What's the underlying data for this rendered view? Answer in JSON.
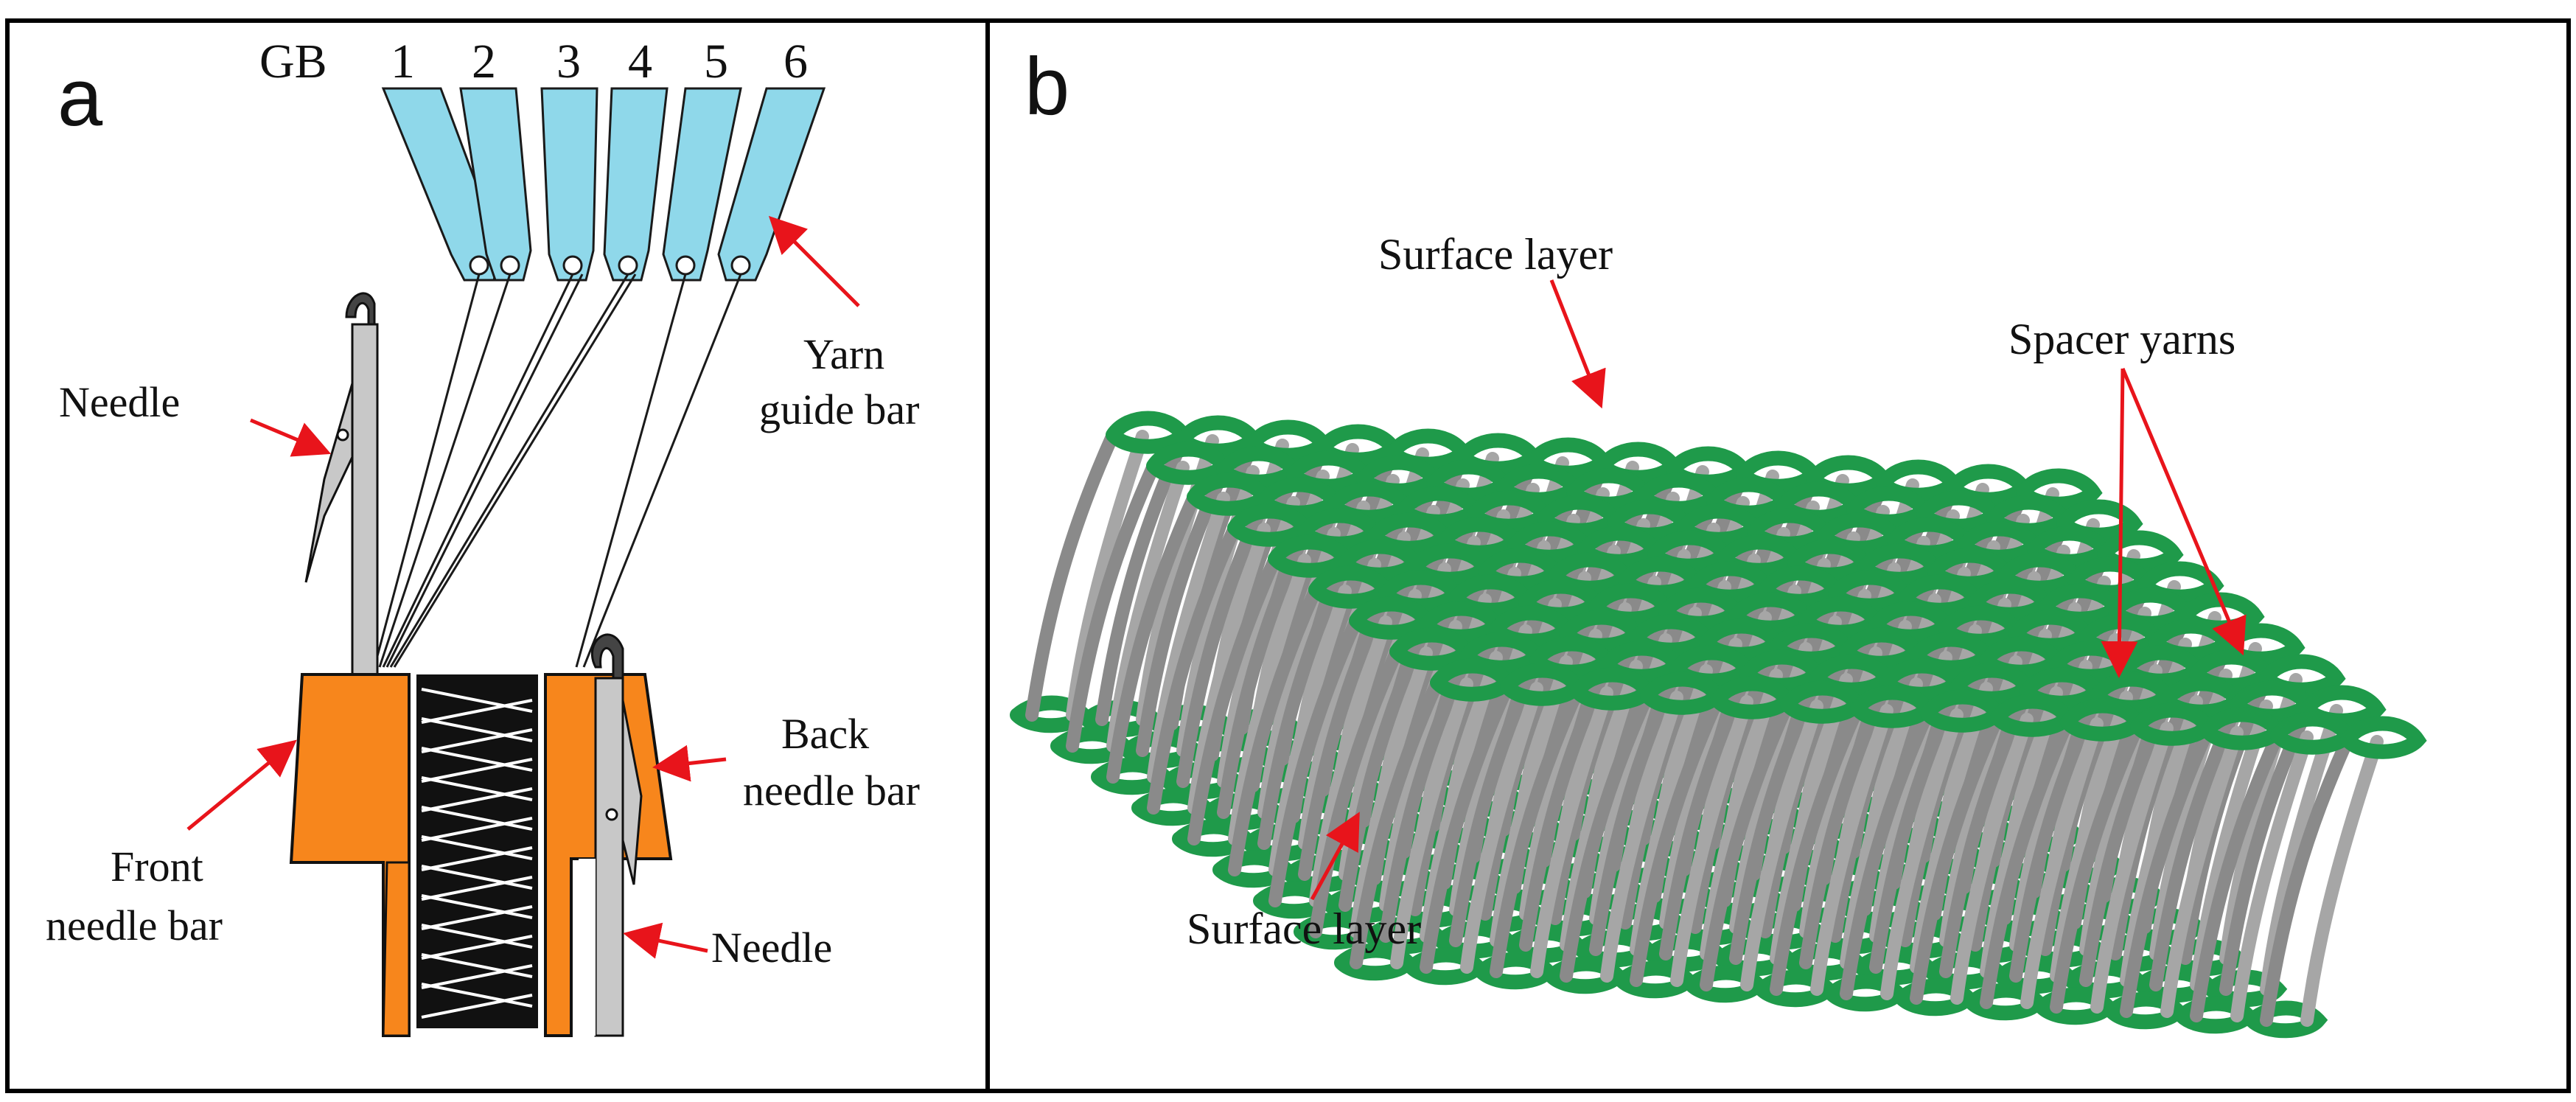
{
  "panel_a": {
    "letter": "a",
    "guide_bar_header": "GB",
    "guide_bar_numbers": [
      "1",
      "2",
      "3",
      "4",
      "5",
      "6"
    ],
    "labels": {
      "needle_top": "Needle",
      "yarn_guide_bar_line1": "Yarn",
      "yarn_guide_bar_line2": "guide bar",
      "back_needle_bar_line1": "Back",
      "back_needle_bar_line2": "needle bar",
      "front_needle_bar_line1": "Front",
      "front_needle_bar_line2": "needle bar",
      "needle_bottom": "Needle"
    }
  },
  "panel_b": {
    "letter": "b",
    "labels": {
      "surface_layer_top": "Surface layer",
      "spacer_yarns": "Spacer yarns",
      "surface_layer_bottom": "Surface layer"
    }
  },
  "colors": {
    "guide_bar": "#8fd8ea",
    "needle_bar": "#f7861c",
    "needle": "#c8c8c8",
    "surface_yarn": "#1f9a4a",
    "spacer_yarn": "#8a8a8a",
    "arrow": "#e8141b"
  }
}
